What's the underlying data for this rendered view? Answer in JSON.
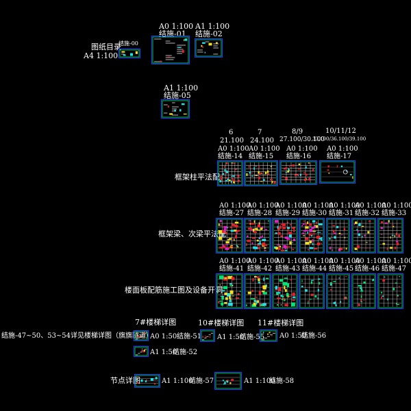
{
  "colors": {
    "background": "#000000",
    "text": "#ffffff",
    "frame_outer": "#1e3cff",
    "frame_inner": "#00e676",
    "linework": "#ffffff",
    "accent_red": "#e8202a",
    "accent_yellow": "#f0e020",
    "accent_cyan": "#20e0e8",
    "accent_magenta": "#e020c8"
  },
  "cover": {
    "index_label": "图纸目录",
    "index_scale": "A4  1:100",
    "sheet00_label": "结施-00",
    "sheet01_scale": "A0 1:100",
    "sheet01_label": "结施-01",
    "sheet02_scale": "A1 1:100",
    "sheet02_label": "结施-02",
    "sheet05_scale": "A1 1:100",
    "sheet05_label": "结施-05"
  },
  "column_headers": [
    {
      "floor": "6",
      "elev": "21.100"
    },
    {
      "floor": "7",
      "elev": "24.100"
    },
    {
      "floor": "8/9",
      "elev": "27.100/30.100"
    },
    {
      "floor": "10/11/12",
      "elev": "33.100/36.100/39.100"
    }
  ],
  "row_column_plans": {
    "title": "框架柱平法配",
    "sheets": [
      {
        "scale": "A0 1:100",
        "label": "结施-14"
      },
      {
        "scale": "A0 1:100",
        "label": "结施-15"
      },
      {
        "scale": "A0 1:100",
        "label": "结施-16"
      },
      {
        "scale": "A0 1:100",
        "label": "结施-17"
      }
    ]
  },
  "row_beam_plans": {
    "title": "框架梁、次梁平法配",
    "sheets": [
      {
        "scale": "A0 1:100",
        "label": "结施-27"
      },
      {
        "scale": "A0 1:100",
        "label": "结施-28"
      },
      {
        "scale": "A0 1:100",
        "label": "结施-29"
      },
      {
        "scale": "A0 1:100",
        "label": "结施-30"
      },
      {
        "scale": "A0 1:100",
        "label": "结施-31"
      },
      {
        "scale": "A0 1:100",
        "label": "结施-32"
      },
      {
        "scale": "A0 1:100",
        "label": "结施-33"
      }
    ]
  },
  "row_slab_plans": {
    "title": "楼面板配筋施工图及设备开洞",
    "sheets": [
      {
        "scale": "A0 1:100",
        "label": "结施-41"
      },
      {
        "scale": "A0 1:100",
        "label": "结施-42"
      },
      {
        "scale": "A0 1:100",
        "label": "结施-43"
      },
      {
        "scale": "A0 1:100",
        "label": "结施-44"
      },
      {
        "scale": "A0 1:100",
        "label": "结施-45"
      },
      {
        "scale": "A0 1:100",
        "label": "结施-46"
      },
      {
        "scale": "A0 1:100",
        "label": "结施-47"
      }
    ]
  },
  "stairs": {
    "note": "结施-47~50、53~54详见楼梯详图（旗旗隧道）",
    "stair7_title": "7#楼梯详图",
    "stair7_a_scale": "A0 1:50",
    "stair7_a_label": "结施-51",
    "stair7_b_scale": "A1 1:50",
    "stair7_b_label": "结施-52",
    "stair10_title": "10#楼梯详图",
    "stair10_scale": "A1 1:50",
    "stair10_label": "结施-55",
    "stair11_title": "11#楼梯详图",
    "stair11_scale": "A0 1:50",
    "stair11_label": "结施-56"
  },
  "details": {
    "title": "节点详图",
    "a_scale": "A1 1:100",
    "a_label": "结施-57",
    "b_scale": "A1 1:100",
    "b_label": "结施-58"
  }
}
